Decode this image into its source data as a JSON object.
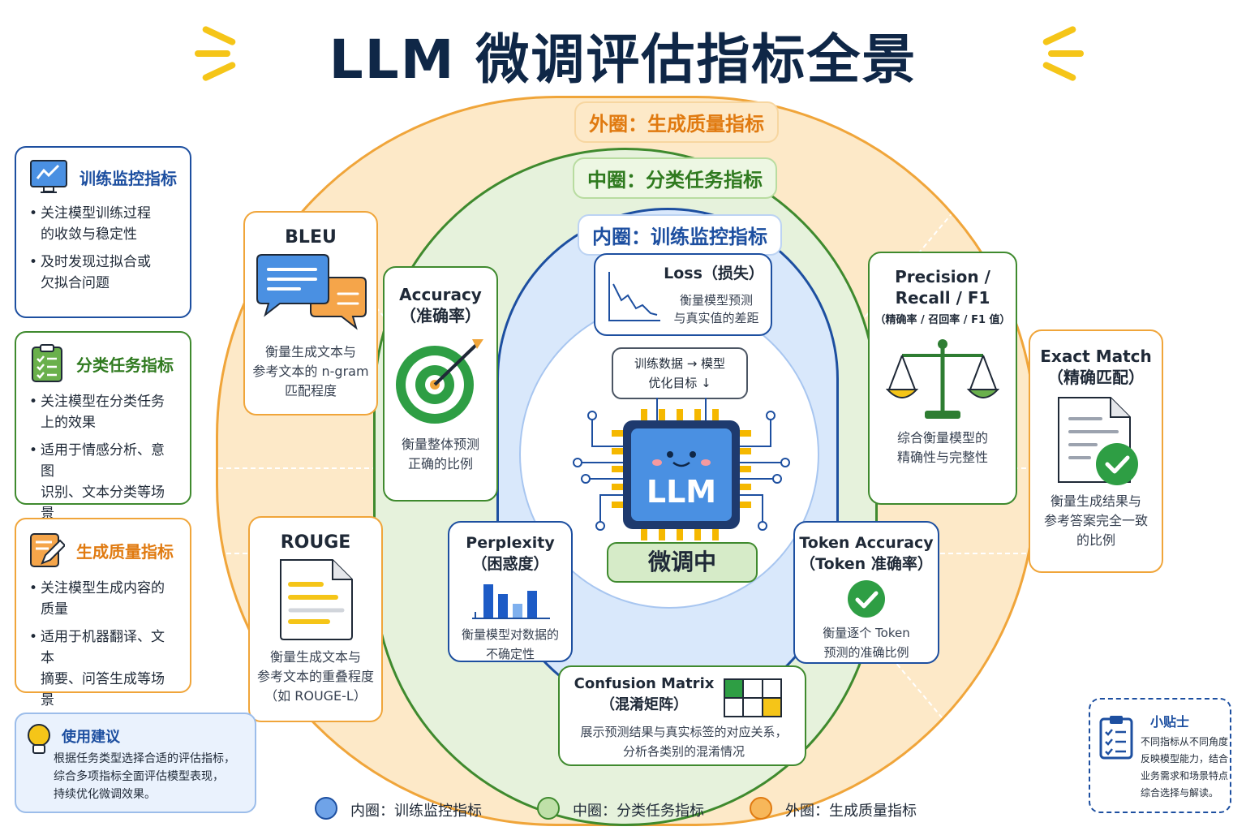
{
  "title": "LLM 微调评估指标全景",
  "rings": {
    "outer": "外圈：生成质量指标",
    "middle": "中圈：分类任务指标",
    "inner": "内圈：训练监控指标"
  },
  "center": {
    "chip_text": "LLM",
    "status": "微调中",
    "bubble_line1": "训练数据 → 模型",
    "bubble_line2": "优化目标 ↓"
  },
  "cards": {
    "bleu": {
      "title": "BLEU",
      "desc": [
        "衡量生成文本与",
        "参考文本的 n-gram",
        "匹配程度"
      ]
    },
    "rouge": {
      "title": "ROUGE",
      "desc": [
        "衡量生成文本与",
        "参考文本的重叠程度",
        "（如 ROUGE-L）"
      ]
    },
    "exact_match": {
      "title": [
        "Exact Match",
        "（精确匹配）"
      ],
      "desc": [
        "衡量生成结果与",
        "参考答案完全一致",
        "的比例"
      ]
    },
    "accuracy": {
      "title": [
        "Accuracy",
        "（准确率）"
      ],
      "desc": [
        "衡量整体预测",
        "正确的比例"
      ]
    },
    "precision": {
      "title": [
        "Precision /",
        "Recall / F1"
      ],
      "subtitle": "（精确率 / 召回率 / F1 值）",
      "desc": [
        "综合衡量模型的",
        "精确性与完整性"
      ]
    },
    "confusion": {
      "title": [
        "Confusion Matrix",
        "（混淆矩阵）"
      ],
      "desc": [
        "展示预测结果与真实标签的对应关系，",
        "分析各类别的混淆情况"
      ]
    },
    "loss": {
      "title": "Loss（损失）",
      "desc": [
        "衡量模型预测",
        "与真实值的差距"
      ]
    },
    "perplexity": {
      "title": [
        "Perplexity",
        "（困惑度）"
      ],
      "desc": [
        "衡量模型对数据的",
        "不确定性"
      ]
    },
    "token_acc": {
      "title": [
        "Token Accuracy",
        "（Token 准确率）"
      ],
      "desc": [
        "衡量逐个 Token",
        "预测的准确比例"
      ]
    }
  },
  "left_panels": {
    "train": {
      "heading": "训练监控指标",
      "items": [
        "关注模型训练过程\n的收敛与稳定性",
        "及时发现过拟合或\n欠拟合问题"
      ]
    },
    "classify": {
      "heading": "分类任务指标",
      "items": [
        "关注模型在分类任务\n上的效果",
        "适用于情感分析、意图\n识别、文本分类等场景"
      ]
    },
    "generate": {
      "heading": "生成质量指标",
      "items": [
        "关注模型生成内容的\n质量",
        "适用于机器翻译、文本\n摘要、问答生成等场景"
      ]
    }
  },
  "advice": {
    "heading": "使用建议",
    "lines": [
      "根据任务类型选择合适的评估指标，",
      "综合多项指标全面评估模型表现，",
      "持续优化微调效果。"
    ]
  },
  "tip": {
    "heading": "小贴士",
    "lines": [
      "不同指标从不同角度",
      "反映模型能力，结合",
      "业务需求和场景特点",
      "综合选择与解读。"
    ]
  },
  "legend": [
    "内圈：训练监控指标",
    "中圈：分类任务指标",
    "外圈：生成质量指标"
  ],
  "colors": {
    "inner": "#1d4fa0",
    "middle": "#3f8a2e",
    "outer": "#f0a53a"
  }
}
